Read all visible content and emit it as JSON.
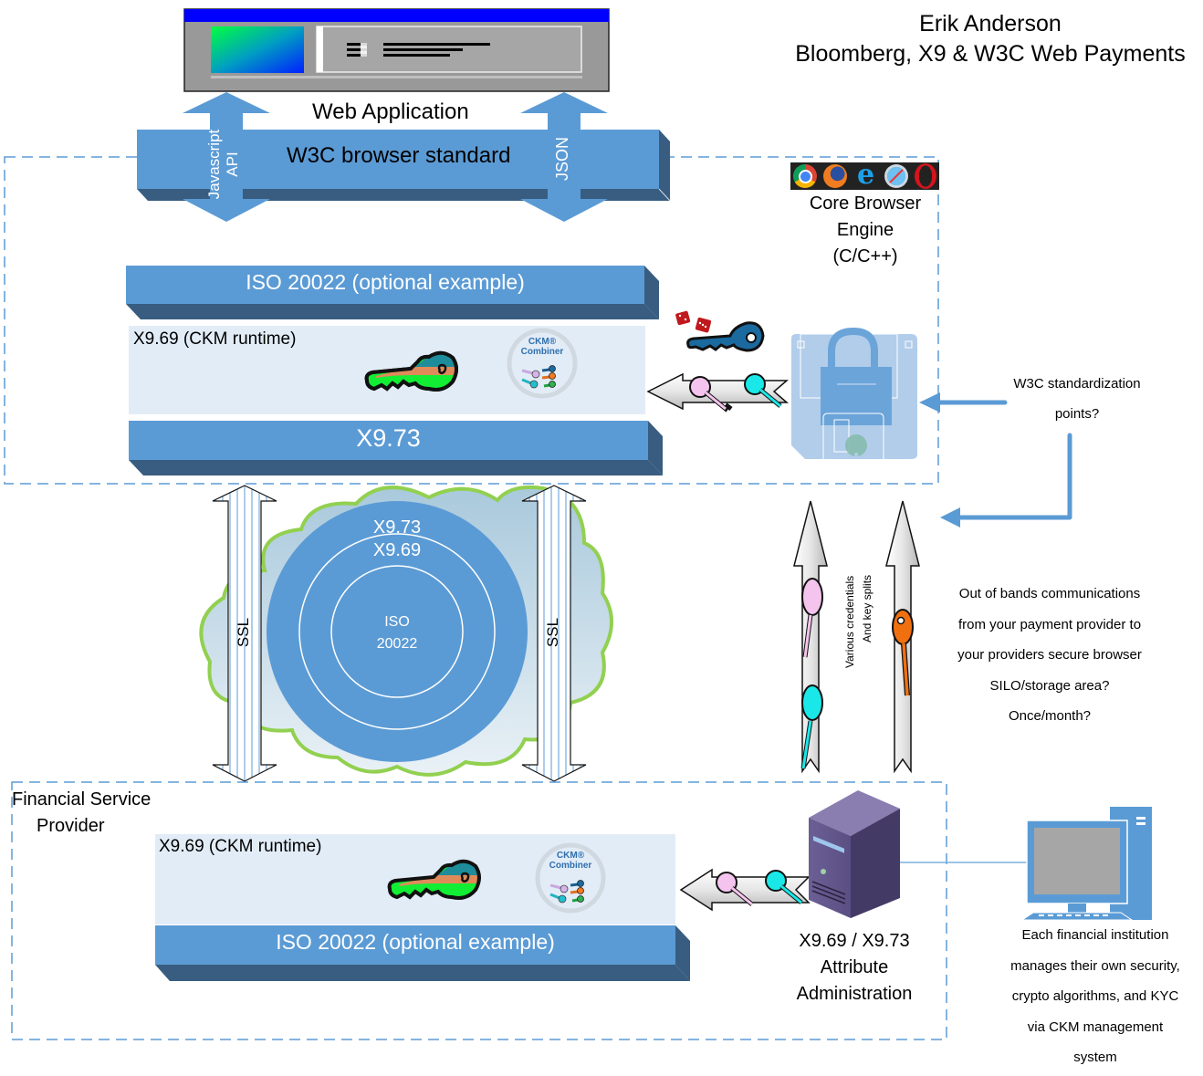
{
  "author": {
    "name": "Erik Anderson",
    "affiliation": "Bloomberg, X9 & W3C Web Payments"
  },
  "web_app": {
    "label": "Web Application",
    "browser_standard_label": "W3C browser standard",
    "js_api_label_line1": "Javascript",
    "js_api_label_line2": "API",
    "json_label": "JSON"
  },
  "browser_engine": {
    "line1": "Core Browser",
    "line2": "Engine",
    "line3": "(C/C++)",
    "browser_icons": [
      "chrome-icon",
      "firefox-icon",
      "ie-icon",
      "safari-icon",
      "opera-icon"
    ]
  },
  "client_stack": {
    "iso_bar": "ISO 20022 (optional example)",
    "ckm_runtime": "X9.69 (CKM runtime)",
    "x973_bar": "X9.73",
    "ckm_badge_line1": "CKM®",
    "ckm_badge_line2": "Combiner"
  },
  "w3c_note": {
    "line1": "W3C standardization",
    "line2": "points?"
  },
  "cloud": {
    "outer": "X9.73",
    "middle": "X9.69",
    "inner_line1": "ISO",
    "inner_line2": "20022",
    "ssl_left": "SSL",
    "ssl_right": "SSL"
  },
  "credentials": {
    "line1": "Various credentials",
    "line2": "And key splits"
  },
  "oob_note": {
    "lines": [
      "Out of bands communications",
      "from your payment provider to",
      "your providers secure browser",
      "SILO/storage area?",
      "Once/month?"
    ]
  },
  "provider": {
    "title_line1": "Financial Service",
    "title_line2": "Provider",
    "ckm_runtime": "X9.69 (CKM runtime)",
    "iso_bar": "ISO 20022 (optional example)",
    "ckm_badge_line1": "CKM®",
    "ckm_badge_line2": "Combiner"
  },
  "admin": {
    "line1": "X9.69 / X9.73",
    "line2": "Attribute",
    "line3": "Administration"
  },
  "institution_note": {
    "lines": [
      "Each financial institution",
      "manages their own security,",
      "crypto algorithms, and KYC",
      "via CKM management",
      "system"
    ]
  },
  "colors": {
    "bar_blue": "#5b9bd5",
    "bar_dark": "#385d80",
    "panel_light": "#e2ecf7",
    "dash_blue": "#5b9bd5",
    "cloud_green": "#92d050",
    "window_title": "#0000ff",
    "window_body": "#999999"
  }
}
